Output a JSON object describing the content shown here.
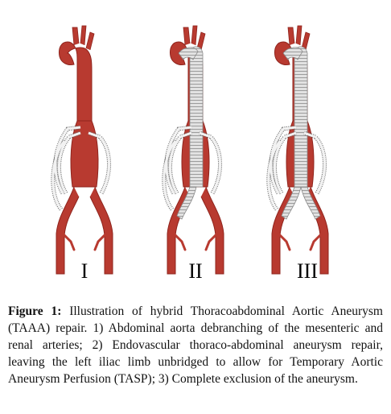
{
  "figure": {
    "panels": [
      {
        "label": "I",
        "stage": "debranching"
      },
      {
        "label": "II",
        "stage": "partial-stent"
      },
      {
        "label": "III",
        "stage": "complete-stent"
      }
    ]
  },
  "caption": {
    "label": "Figure 1:",
    "text": " Illustration of hybrid Thoracoabdominal Aortic Aneurysm (TAAA) repair. 1) Abdominal aorta debranching of the mesenteric and renal arteries; 2) Endovascular thoraco-abdominal aneurysm repair, leaving the left iliac limb unbridged to allow for Temporary Aortic Aneurysm Perfusion (TASP); 3) Complete exclusion of the aneurysm."
  },
  "colors": {
    "artery": "#b83a30",
    "artery_dark": "#8f241d",
    "stent": "#d9d9d9",
    "stent_line": "#8a8a8a",
    "graft": "#eeeeee",
    "graft_line": "#6f6f6f"
  }
}
